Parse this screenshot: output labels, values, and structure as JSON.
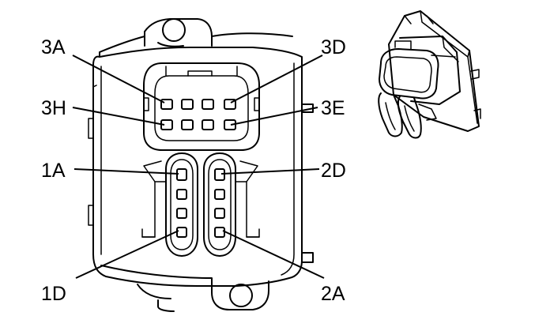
{
  "diagram": {
    "callouts": {
      "c3A": "3A",
      "c3D": "3D",
      "c3H": "3H",
      "c3E": "3E",
      "c1A": "1A",
      "c2D": "2D",
      "c1D": "1D",
      "c2A": "2A"
    }
  }
}
